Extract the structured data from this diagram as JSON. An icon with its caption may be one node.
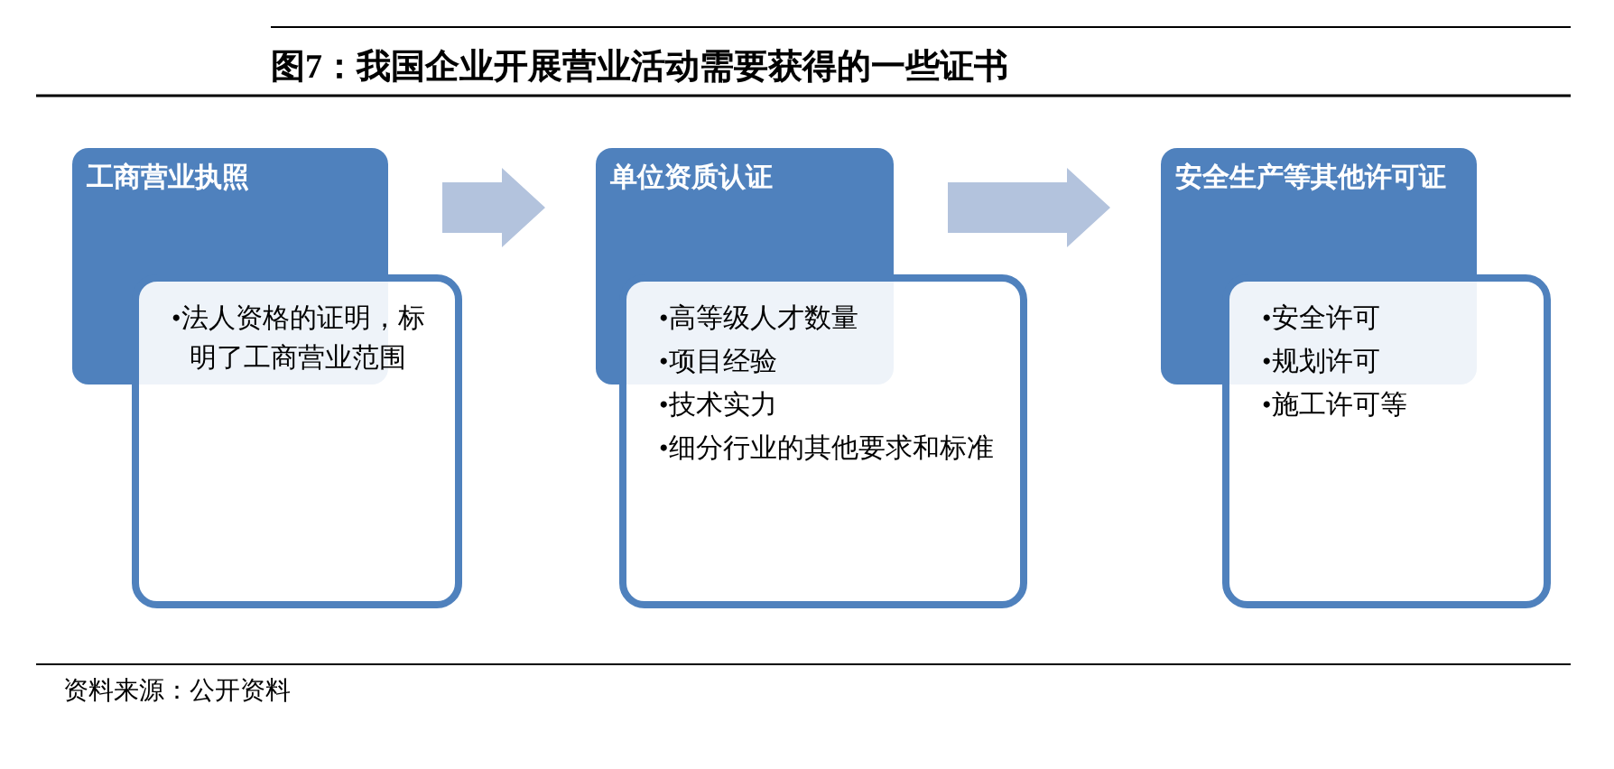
{
  "diagram": {
    "title": "图7：我国企业开展营业活动需要获得的一些证书",
    "caption": "资料来源：公开资料",
    "nodes": [
      {
        "text": [
          "工商营业执照"
        ]
      },
      {
        "text": [
          "•法人资格的证明，标明了工商营业范围"
        ]
      },
      {
        "text": [
          "单位资质认证"
        ]
      },
      {
        "text": [
          "•高等级人才数量",
          "•项目经验",
          "•技术实力",
          "•细分行业的其他要求和标准"
        ]
      },
      {
        "text": [
          "安全生产等其他许可证"
        ]
      },
      {
        "text": [
          "•安全许可",
          "•规划许可",
          "•施工许可等"
        ]
      }
    ],
    "edges": [
      {
        "from": 0,
        "to": 2,
        "arrow": "to"
      },
      {
        "from": 2,
        "to": 4,
        "arrow": "to"
      }
    ]
  }
}
